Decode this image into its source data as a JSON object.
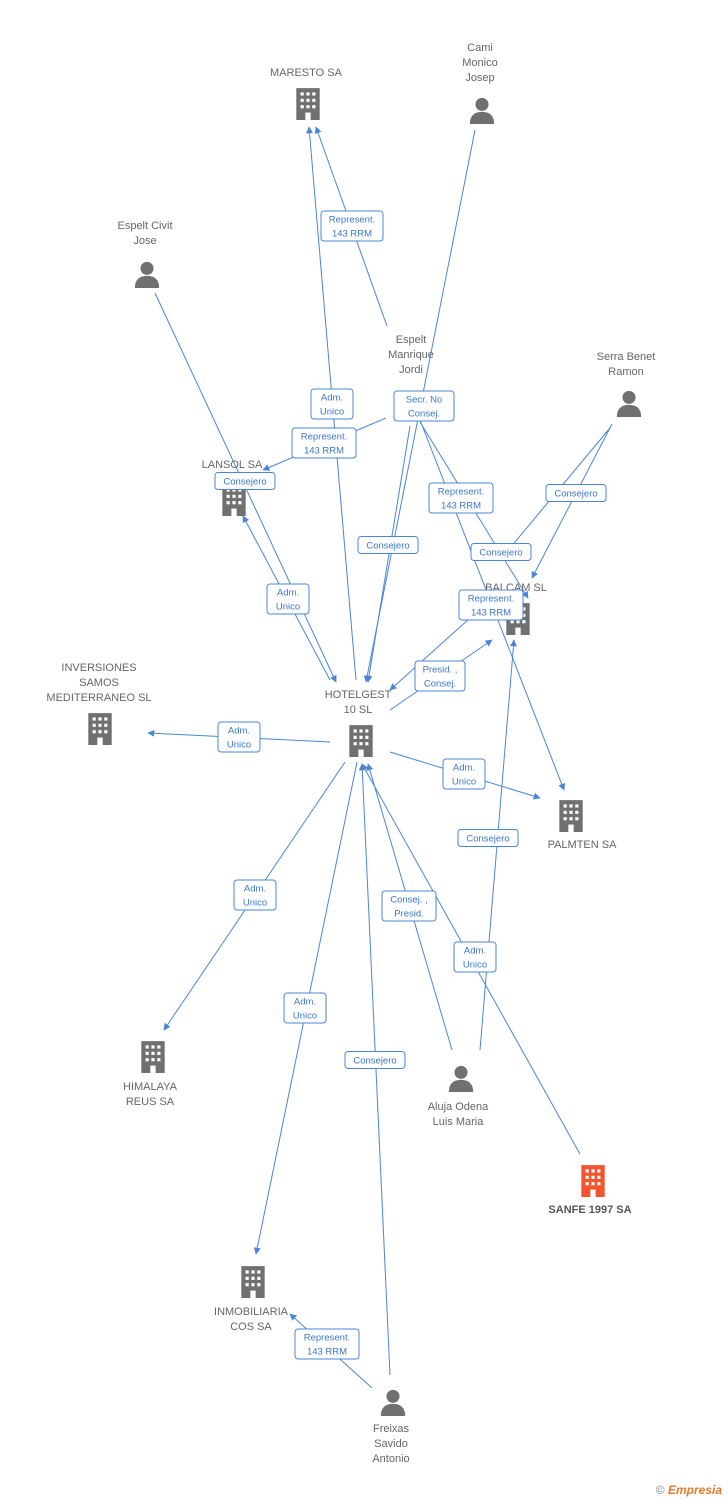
{
  "colors": {
    "edge": "#4a86d8",
    "node": "#707070",
    "focus": "#f2542d"
  },
  "nodes": [
    {
      "id": "maresto",
      "type": "company",
      "lines": [
        "MARESTO SA"
      ],
      "icon": "building-icon"
    },
    {
      "id": "cami",
      "type": "person",
      "lines": [
        "Cami",
        "Monico",
        "Josep"
      ],
      "icon": "person-icon"
    },
    {
      "id": "espelt_civit",
      "type": "person",
      "lines": [
        "Espelt Civit",
        "Jose"
      ],
      "icon": "person-icon"
    },
    {
      "id": "espelt_manrique",
      "type": "person",
      "lines": [
        "Espelt",
        "Manrique",
        "Jordi"
      ],
      "icon": "person-icon"
    },
    {
      "id": "serra",
      "type": "person",
      "lines": [
        "Serra Benet",
        "Ramon"
      ],
      "icon": "person-icon"
    },
    {
      "id": "lansol",
      "type": "company",
      "lines": [
        "LANSOL SA"
      ],
      "icon": "building-icon"
    },
    {
      "id": "balcam",
      "type": "company",
      "lines": [
        "BALCAM SL"
      ],
      "icon": "building-icon"
    },
    {
      "id": "inversiones",
      "type": "company",
      "lines": [
        "INVERSIONES",
        "SAMOS",
        "MEDITERRANEO SL"
      ],
      "icon": "building-icon"
    },
    {
      "id": "hotelgest",
      "type": "company",
      "lines": [
        "HOTELGEST",
        "10 SL"
      ],
      "icon": "building-icon"
    },
    {
      "id": "palmten",
      "type": "company",
      "lines": [
        "PALMTEN SA"
      ],
      "icon": "building-icon"
    },
    {
      "id": "himalaya",
      "type": "company",
      "lines": [
        "HIMALAYA",
        "REUS SA"
      ],
      "icon": "building-icon"
    },
    {
      "id": "aluja",
      "type": "person",
      "lines": [
        "Aluja Odena",
        "Luis Maria"
      ],
      "icon": "person-icon"
    },
    {
      "id": "sanfe",
      "type": "focus",
      "lines": [
        "SANFE 1997 SA"
      ],
      "icon": "building-icon"
    },
    {
      "id": "inmobiliaria",
      "type": "company",
      "lines": [
        "INMOBILIARIA",
        "COS SA"
      ],
      "icon": "building-icon"
    },
    {
      "id": "freixas",
      "type": "person",
      "lines": [
        "Freixas",
        "Savido",
        "Antonio"
      ],
      "icon": "person-icon"
    }
  ],
  "edges": [
    {
      "id": "e1",
      "label": [
        "Represent.",
        "143 RRM"
      ]
    },
    {
      "id": "e2",
      "label": [
        "Adm.",
        "Unico"
      ]
    },
    {
      "id": "e3",
      "label": [
        "Secr.  No",
        "Consej."
      ]
    },
    {
      "id": "e4",
      "label": [
        "Represent.",
        "143 RRM"
      ]
    },
    {
      "id": "e5",
      "label": [
        "Consejero"
      ]
    },
    {
      "id": "e6",
      "label": [
        "Represent.",
        "143 RRM"
      ]
    },
    {
      "id": "e7",
      "label": [
        "Consejero"
      ]
    },
    {
      "id": "e8",
      "label": [
        "Consejero"
      ]
    },
    {
      "id": "e9",
      "label": [
        "Consejero"
      ]
    },
    {
      "id": "e10",
      "label": [
        "Adm.",
        "Unico"
      ]
    },
    {
      "id": "e11",
      "label": [
        "Represent.",
        "143 RRM"
      ]
    },
    {
      "id": "e12",
      "label": [
        "Presid. ,",
        "Consej."
      ]
    },
    {
      "id": "e13",
      "label": [
        "Adm.",
        "Unico"
      ]
    },
    {
      "id": "e14",
      "label": [
        "Adm.",
        "Unico"
      ]
    },
    {
      "id": "e15",
      "label": [
        "Consejero"
      ]
    },
    {
      "id": "e16",
      "label": [
        "Adm.",
        "Unico"
      ]
    },
    {
      "id": "e17",
      "label": [
        "Consej. ,",
        "Presid."
      ]
    },
    {
      "id": "e18",
      "label": [
        "Adm.",
        "Unico"
      ]
    },
    {
      "id": "e19",
      "label": [
        "Adm.",
        "Unico"
      ]
    },
    {
      "id": "e20",
      "label": [
        "Consejero"
      ]
    },
    {
      "id": "e21",
      "label": [
        "Represent.",
        "143 RRM"
      ]
    }
  ],
  "footer": {
    "copyright": "©",
    "brand": "Empresia"
  }
}
